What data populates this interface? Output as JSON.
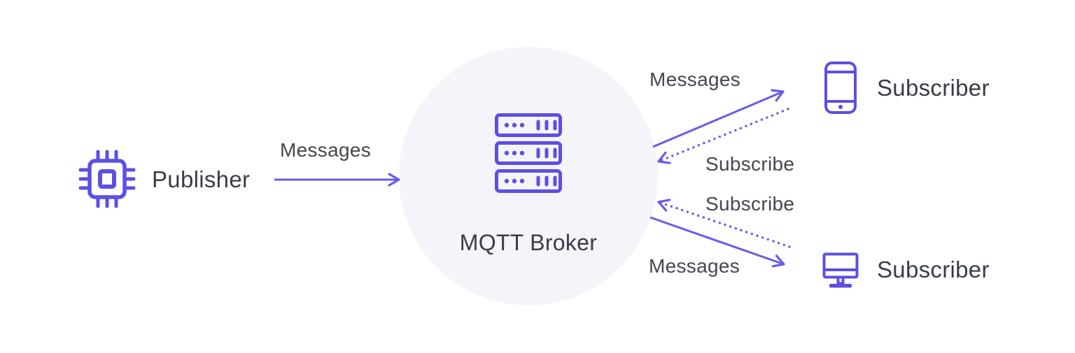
{
  "colors": {
    "accent": "#5B50E2",
    "arrow": "#675CE8",
    "broker_circle": "#F4F4FB",
    "label_text": "#383D47",
    "arrow_label_text": "#46464F"
  },
  "nodes": {
    "publisher": {
      "label": "Publisher",
      "icon": "chip-icon"
    },
    "broker": {
      "label": "MQTT Broker",
      "icon": "server-icon"
    },
    "subscriber_top": {
      "label": "Subscriber",
      "icon": "smartphone-icon"
    },
    "subscriber_bottom": {
      "label": "Subscriber",
      "icon": "monitor-icon"
    }
  },
  "arrows": {
    "publish": {
      "label": "Messages",
      "style": "solid"
    },
    "deliver_top": {
      "label": "Messages",
      "style": "solid"
    },
    "subscribe_top": {
      "label": "Subscribe",
      "style": "dotted"
    },
    "subscribe_bottom": {
      "label": "Subscribe",
      "style": "dotted"
    },
    "deliver_bottom": {
      "label": "Messages",
      "style": "solid"
    }
  }
}
